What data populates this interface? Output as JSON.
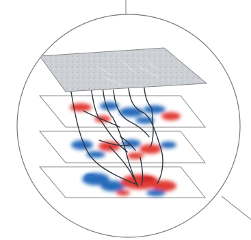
{
  "figure": {
    "description_visible_text": "",
    "layers": [
      {
        "id": "top-sheet",
        "fill": "grey"
      },
      {
        "id": "layer-2",
        "fill": "red-blue"
      },
      {
        "id": "layer-3",
        "fill": "red-blue"
      },
      {
        "id": "bottom-sheet",
        "fill": "red-blue"
      }
    ],
    "colors": {
      "circle_stroke": "#777777",
      "sheet_stroke": "#8a8a8a",
      "grey_fill": "#cdd0d4",
      "red": "#e0302a",
      "blue": "#1f63b8",
      "link": "#2a3440"
    }
  }
}
